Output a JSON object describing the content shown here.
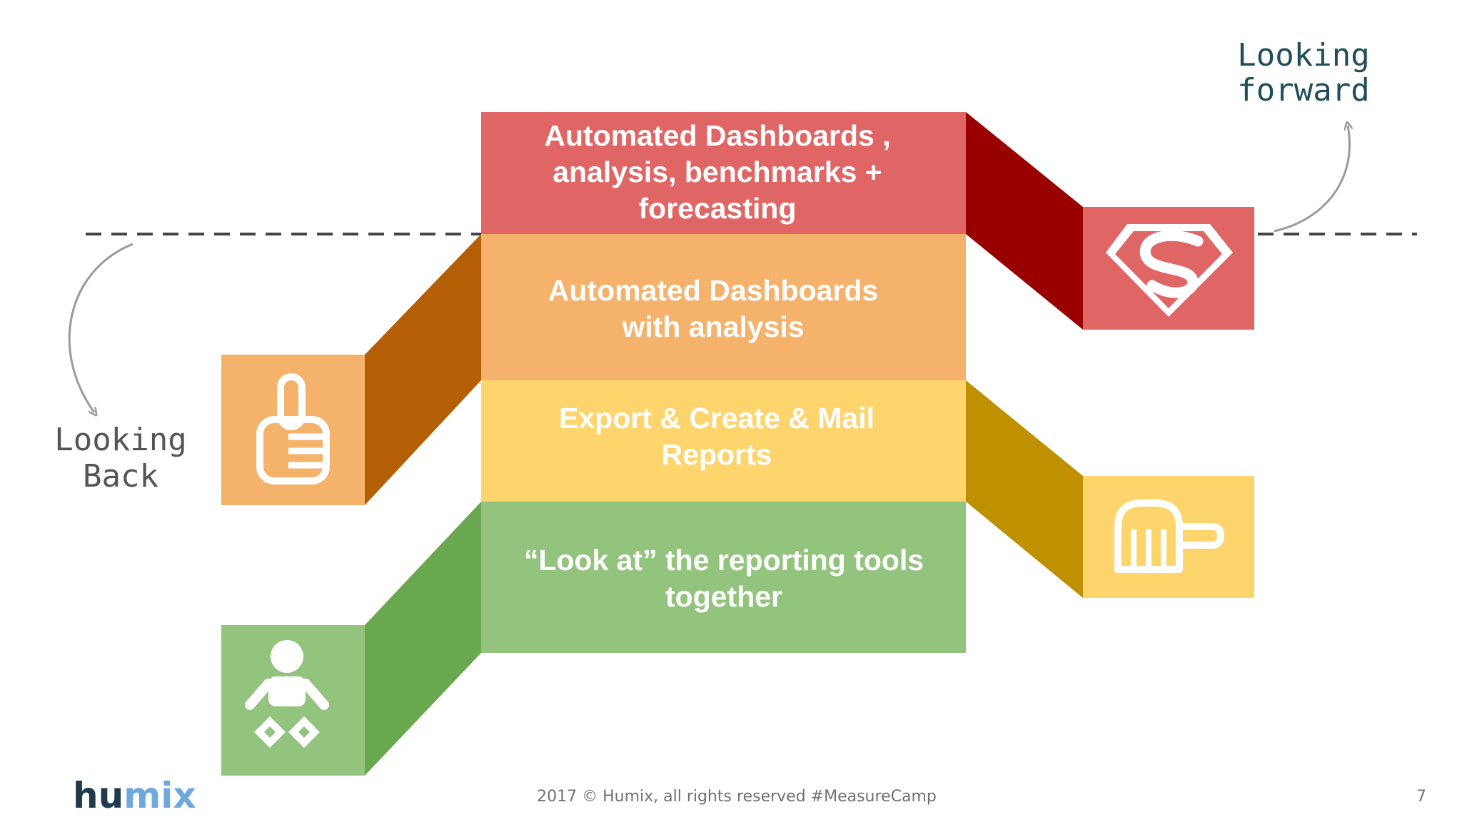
{
  "stages": [
    {
      "label_lines": [
        "Automated Dashboards ,",
        "analysis, benchmarks +",
        "forecasting"
      ],
      "color": "#e06666",
      "side_color": "#990000",
      "icon": "superman-icon"
    },
    {
      "label_lines": [
        "Automated Dashboards",
        "with analysis"
      ],
      "color": "#f4b26b",
      "side_color": "#b45f06",
      "icon": "thumbs-up-icon"
    },
    {
      "label_lines": [
        "Export & Create & Mail",
        "Reports"
      ],
      "color": "#fed56d",
      "side_color": "#bf9000",
      "icon": "popsicle-icon"
    },
    {
      "label_lines": [
        "“Look at” the reporting tools",
        "together"
      ],
      "color": "#93c47d",
      "side_color": "#6aa84f",
      "icon": "baby-icon"
    }
  ],
  "annotations": {
    "looking_forward": [
      "Looking",
      "forward"
    ],
    "looking_back": [
      "Looking",
      "Back"
    ]
  },
  "footer": {
    "copyright": "2017 © Humix, all rights reserved #MeasureCamp",
    "page_number": "7"
  },
  "logo": {
    "part1": "hu",
    "part2": "mix",
    "color1": "#1f3a4a",
    "color2": "#6fa8dc"
  },
  "colors": {
    "forward_text": "#1f4e5a",
    "back_text": "#555555",
    "arrow": "#9a9a9a",
    "dashed_line": "#444444"
  }
}
